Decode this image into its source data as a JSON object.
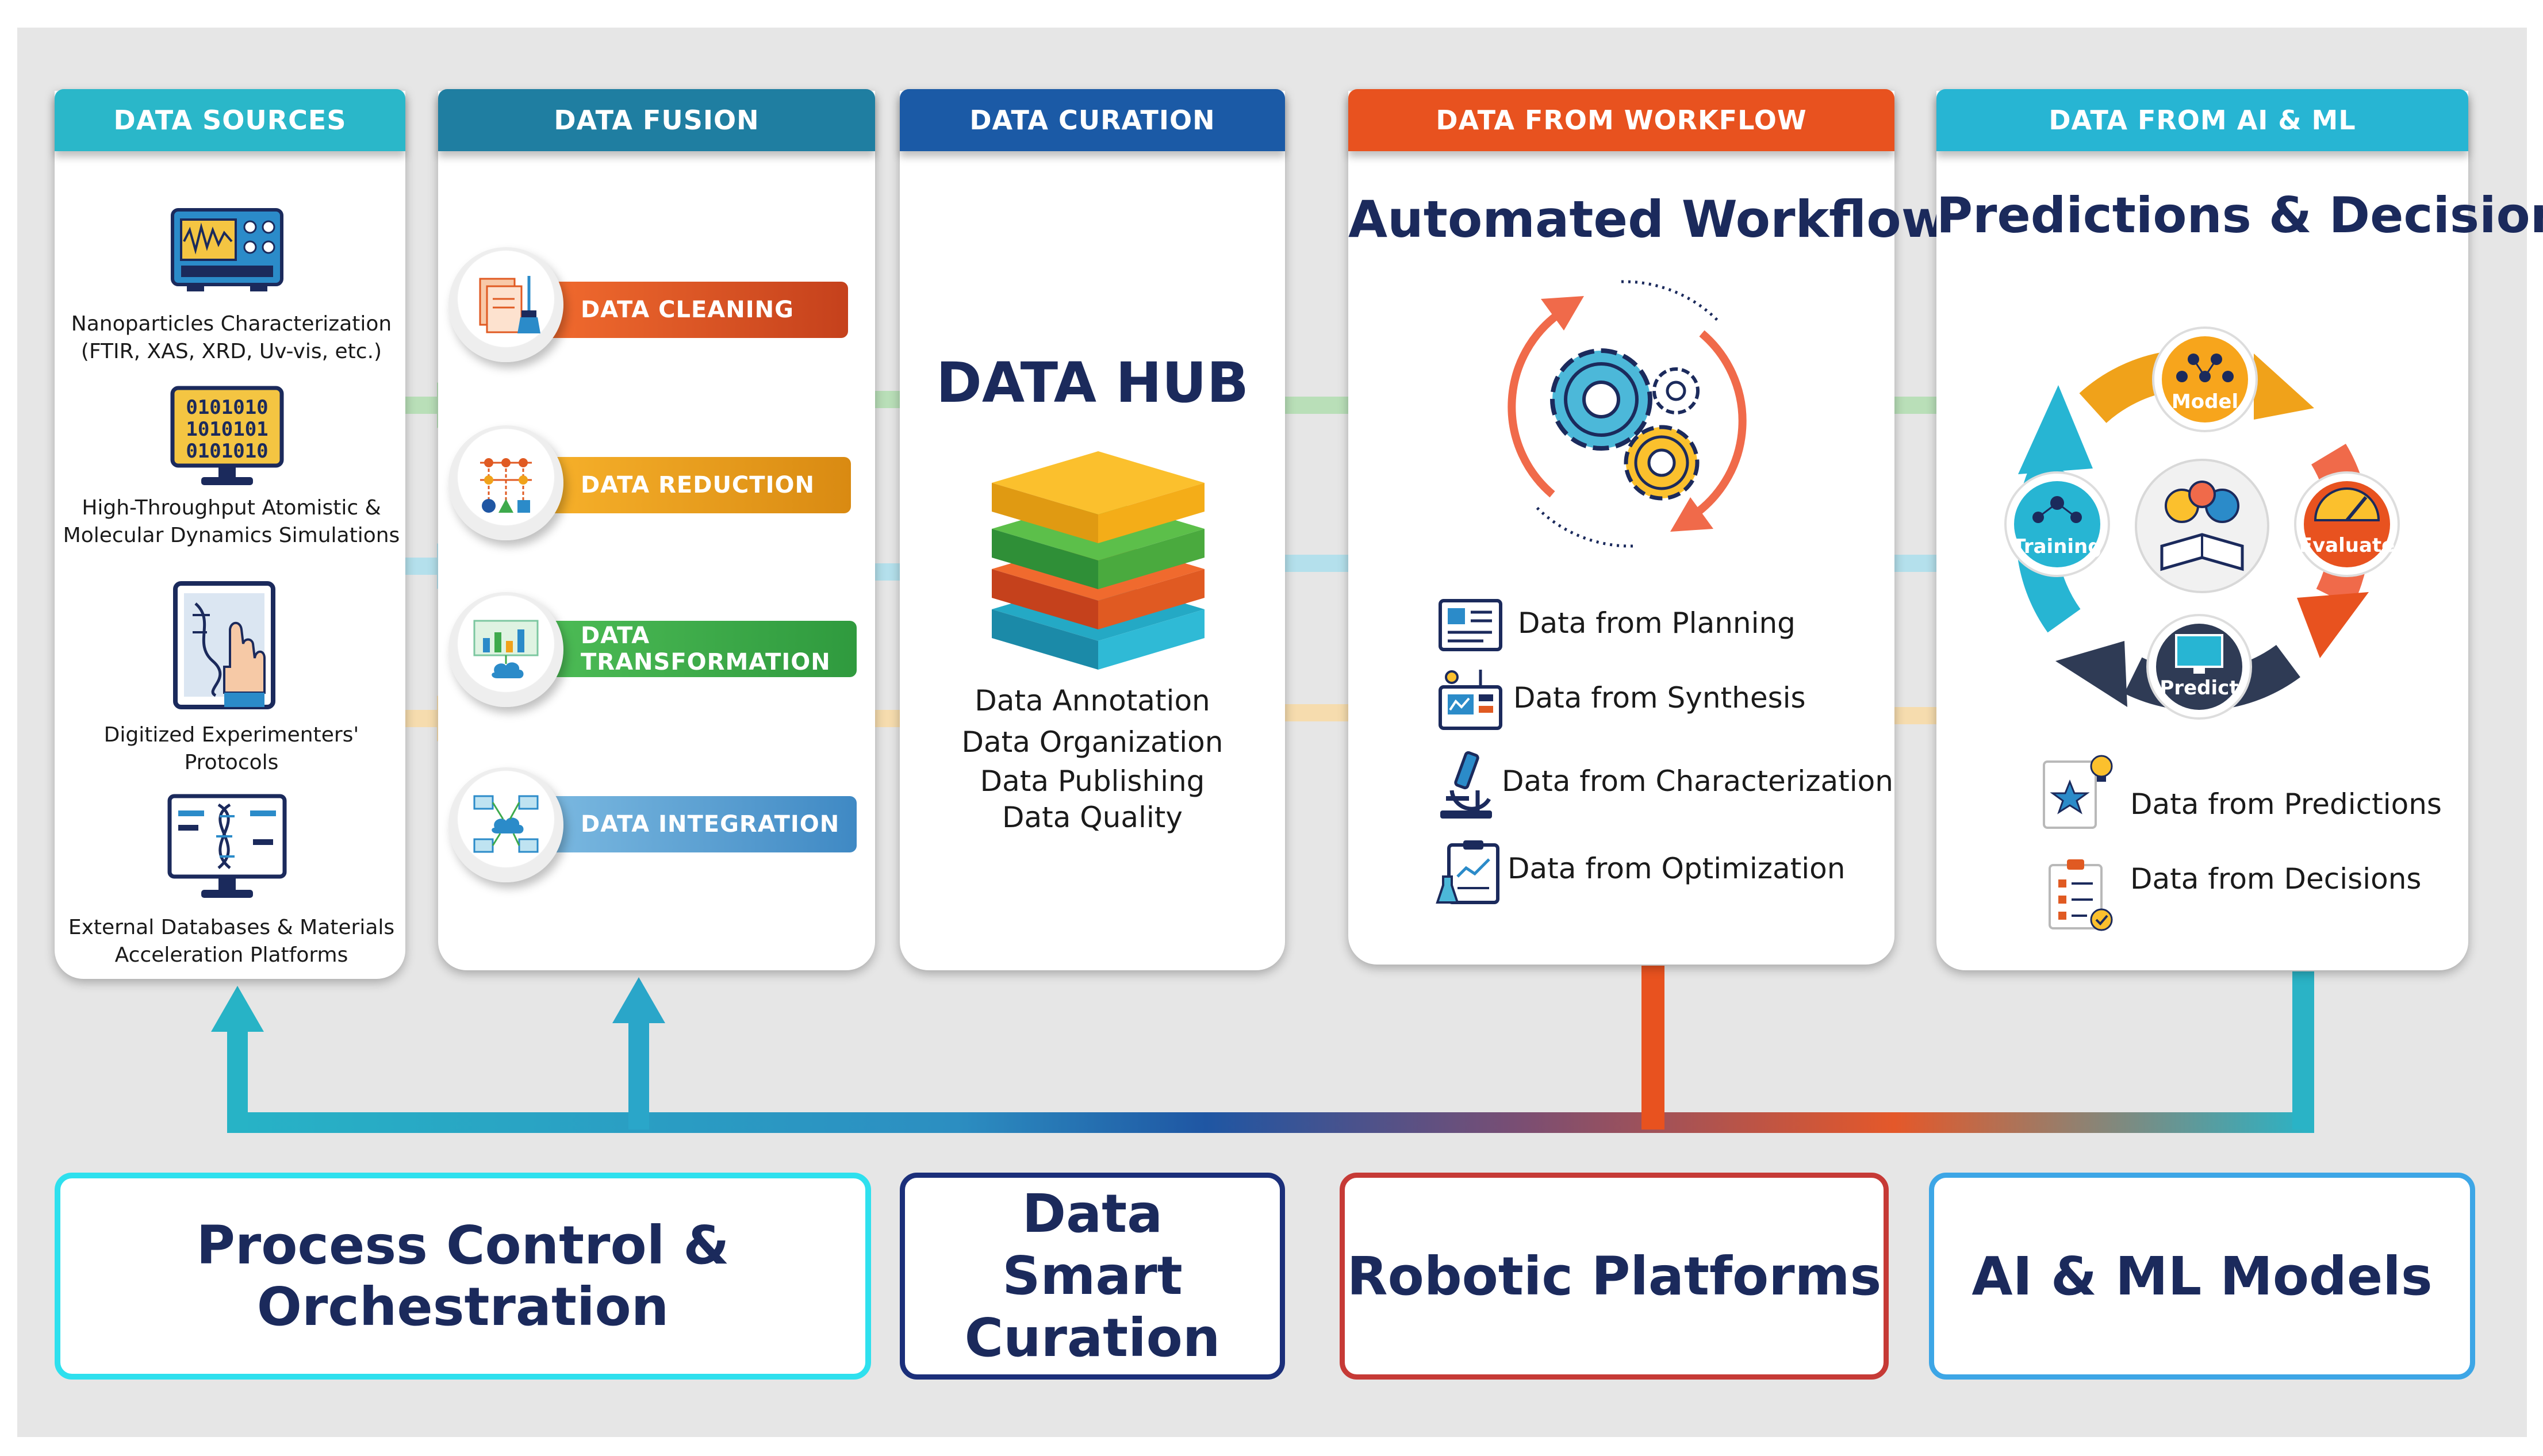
{
  "panels": {
    "sources": {
      "header": "DATA SOURCES",
      "items": [
        {
          "line1": "Nanoparticles Characterization",
          "line2": "(FTIR, XAS, XRD, Uv-vis, etc.)"
        },
        {
          "line1": "High-Throughput Atomistic &",
          "line2": "Molecular Dynamics Simulations"
        },
        {
          "line1": "Digitized Experimenters'",
          "line2": "Protocols"
        },
        {
          "line1": "External Databases & Materials",
          "line2": "Acceleration Platforms"
        }
      ]
    },
    "fusion": {
      "header": "DATA FUSION",
      "items": [
        "DATA CLEANING",
        "DATA REDUCTION",
        "DATA TRANSFORMATION",
        "DATA INTEGRATION"
      ]
    },
    "curation": {
      "header": "DATA CURATION",
      "title": "DATA HUB",
      "items": [
        "Data Annotation",
        "Data Organization",
        "Data Publishing",
        "Data Quality"
      ]
    },
    "workflow": {
      "header": "DATA FROM WORKFLOW",
      "title": "Automated Workflow",
      "items": [
        "Data from Planning",
        "Data from Synthesis",
        "Data from Characterization",
        "Data from Optimization"
      ]
    },
    "ai_ml": {
      "header": "DATA FROM AI & ML",
      "title": "Predictions & Decisions",
      "cycle": [
        "Model",
        "Evaluate",
        "Predict",
        "Training"
      ],
      "items": [
        "Data from Predictions",
        "Data from Decisions"
      ]
    }
  },
  "bottom": {
    "process": "Process Control & Orchestration",
    "curation": [
      "Data",
      "Smart",
      "Curation"
    ],
    "robotic": "Robotic Platforms",
    "ai": "AI & ML Models"
  },
  "colors": {
    "teal": "#2ab7c9",
    "fusion_blue": "#1f7ea1",
    "curation_blue": "#1b5aa6",
    "orange": "#e8521f",
    "ai_cyan": "#27b5d3",
    "navy_text": "#1b2a5c",
    "cleaning": "#e05a22",
    "reduction": "#f0a21a",
    "transformation": "#3eaa4c",
    "integration": "#4d9ccf"
  },
  "icons": {
    "sources": [
      "oscilloscope-icon",
      "binary-monitor-icon",
      "tablet-touch-icon",
      "dna-monitor-icon"
    ],
    "fusion": [
      "documents-brush-icon",
      "network-nodes-icon",
      "chart-cloud-icon",
      "cloud-network-icon"
    ],
    "hub": "layered-stack-icon",
    "workflow": [
      "gears-cycle-icon",
      "clipboard-icon",
      "synthesis-machine-icon",
      "microscope-icon",
      "optimization-clipboard-icon"
    ],
    "ai": [
      "brain-book-icon",
      "document-star-icon",
      "checklist-icon"
    ]
  }
}
